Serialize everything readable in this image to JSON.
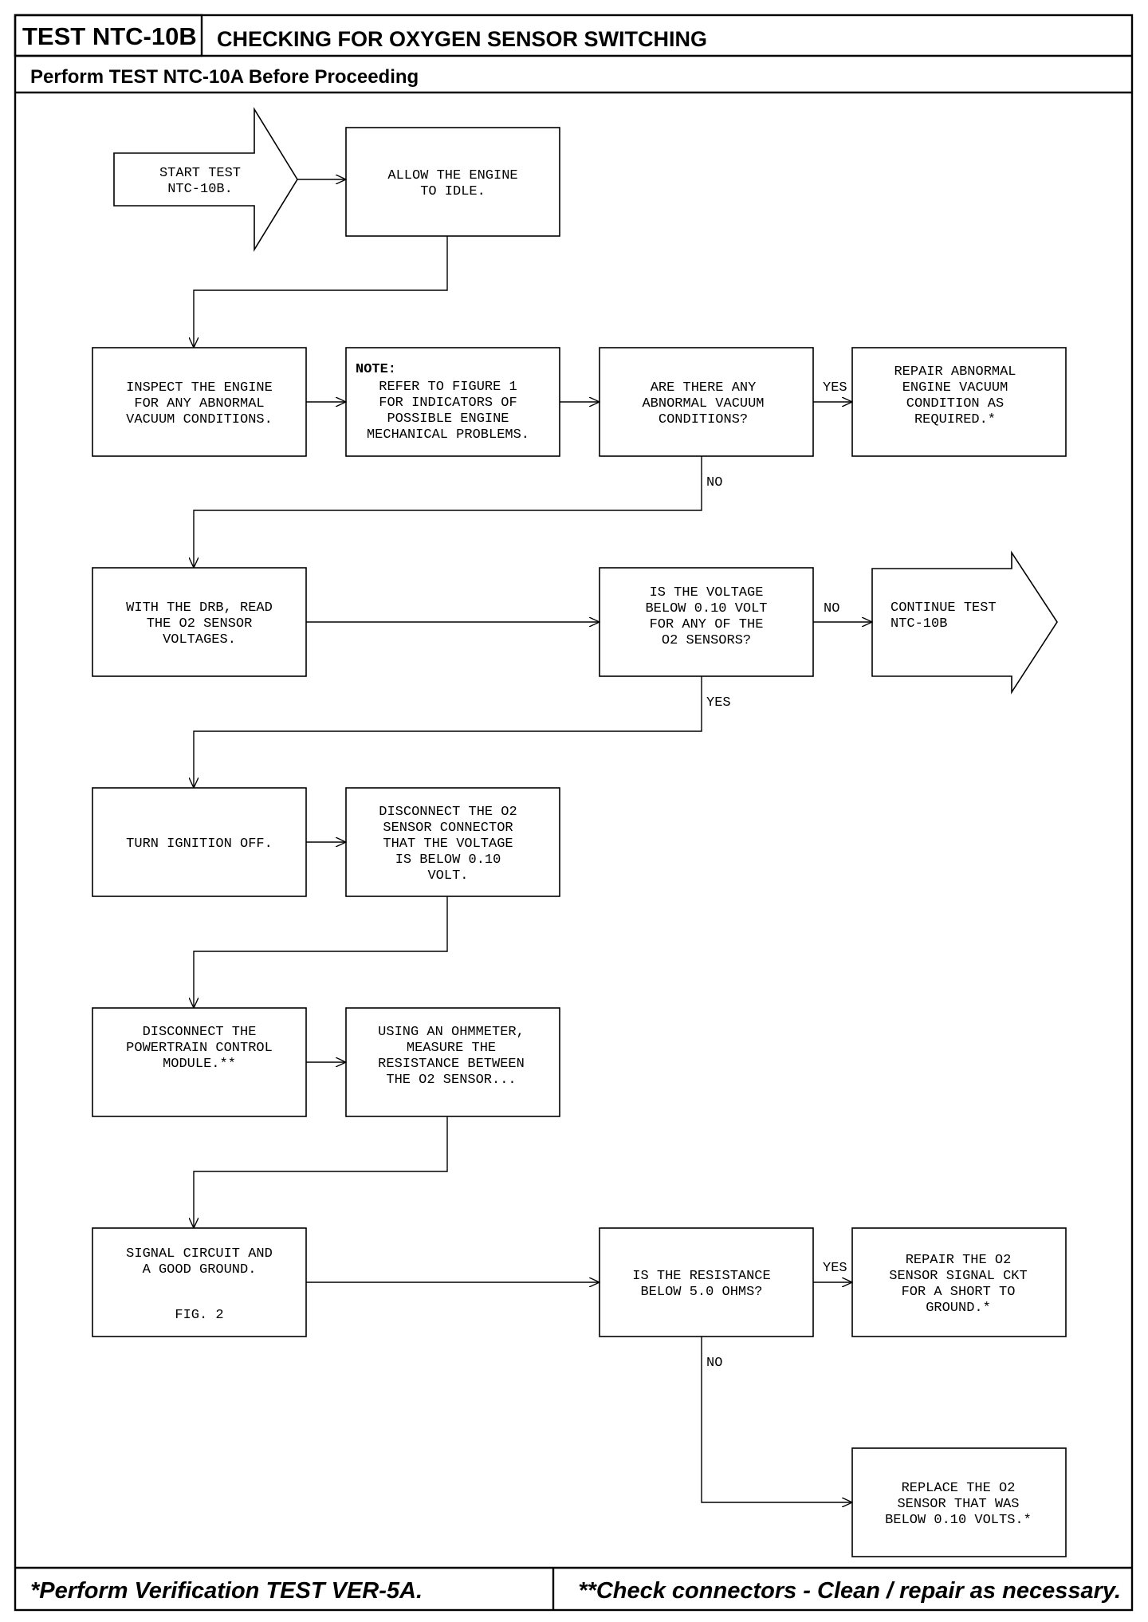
{
  "header": {
    "test_id": "TEST NTC-10B",
    "title": "CHECKING FOR OXYGEN SENSOR SWITCHING",
    "subtitle": "Perform TEST NTC-10A Before Proceeding"
  },
  "nodes": {
    "start": [
      "START TEST",
      "NTC-10B."
    ],
    "allow_idle": [
      "ALLOW THE ENGINE",
      "TO IDLE."
    ],
    "inspect": [
      "INSPECT THE ENGINE",
      "FOR ANY ABNORMAL",
      "VACUUM CONDITIONS."
    ],
    "note_label": "NOTE:",
    "note": [
      "REFER TO FIGURE 1",
      "FOR INDICATORS OF",
      "POSSIBLE ENGINE",
      "MECHANICAL PROBLEMS."
    ],
    "q_vacuum": [
      "ARE THERE ANY",
      "ABNORMAL VACUUM",
      "CONDITIONS?"
    ],
    "repair_vacuum": [
      "REPAIR ABNORMAL",
      "ENGINE VACUUM",
      "CONDITION AS",
      "REQUIRED.*"
    ],
    "read_o2": [
      "WITH THE DRB, READ",
      "THE O2 SENSOR",
      "VOLTAGES."
    ],
    "q_voltage": [
      "IS THE VOLTAGE",
      "BELOW 0.10 VOLT",
      "FOR ANY OF THE",
      "O2 SENSORS?"
    ],
    "continue": [
      "CONTINUE TEST",
      "NTC-10B"
    ],
    "ignition_off": [
      "TURN IGNITION OFF."
    ],
    "disconnect_o2": [
      "DISCONNECT THE O2",
      "SENSOR CONNECTOR",
      "THAT THE VOLTAGE",
      "IS BELOW 0.10",
      "VOLT."
    ],
    "disconnect_pcm": [
      "DISCONNECT THE",
      "POWERTRAIN CONTROL",
      "MODULE.**"
    ],
    "ohmmeter": [
      "USING AN OHMMETER,",
      "MEASURE THE",
      "RESISTANCE BETWEEN",
      "THE O2 SENSOR..."
    ],
    "signal_ground": [
      "SIGNAL CIRCUIT AND",
      "A GOOD GROUND."
    ],
    "fig": "FIG. 2",
    "q_resistance": [
      "IS THE RESISTANCE",
      "BELOW 5.0 OHMS?"
    ],
    "repair_short": [
      "REPAIR THE O2",
      "SENSOR SIGNAL CKT",
      "FOR A SHORT TO",
      "GROUND.*"
    ],
    "replace": [
      "REPLACE THE O2",
      "SENSOR THAT WAS",
      "BELOW 0.10 VOLTS.*"
    ]
  },
  "branch_labels": {
    "vacuum_yes": "YES",
    "vacuum_no": "NO",
    "voltage_no": "NO",
    "voltage_yes": "YES",
    "resistance_yes": "YES",
    "resistance_no": "NO"
  },
  "footer": {
    "left": "*Perform Verification TEST VER-5A.",
    "right": "**Check connectors - Clean / repair as necessary."
  }
}
